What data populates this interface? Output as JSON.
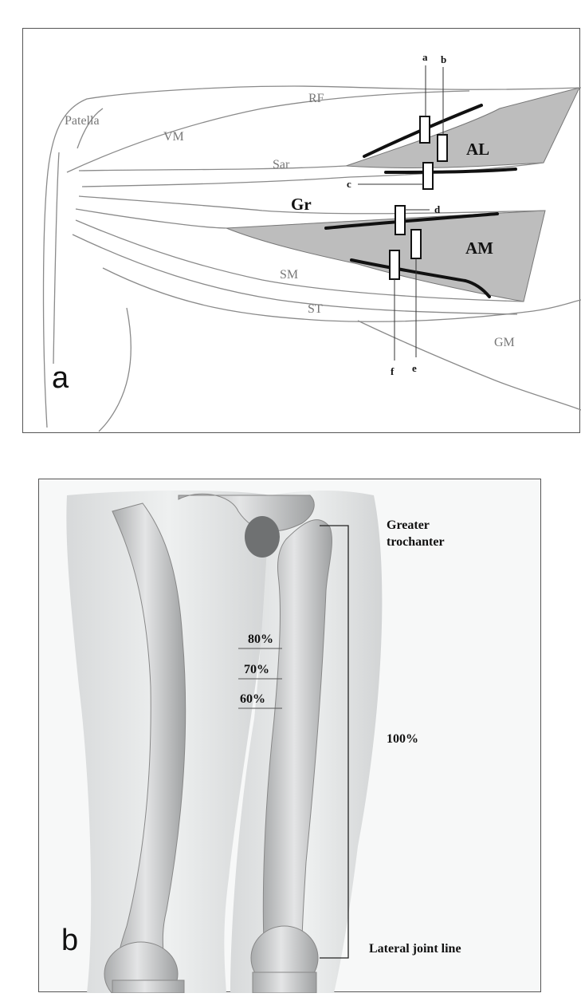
{
  "panel_a": {
    "panel_label": "a",
    "muscles": {
      "patella": "Patella",
      "rf": "RF",
      "vm": "VM",
      "sar": "Sar",
      "al": "AL",
      "gr": "Gr",
      "am": "AM",
      "sm": "SM",
      "st": "ST",
      "gm": "GM"
    },
    "markers": [
      "a",
      "b",
      "c",
      "d",
      "e",
      "f"
    ]
  },
  "panel_b": {
    "panel_label": "b",
    "greater_trochanter_line1": "Greater",
    "greater_trochanter_line2": "trochanter",
    "full_length": "100%",
    "lateral_joint_line": "Lateral joint line",
    "levels": [
      "80%",
      "70%",
      "60%"
    ]
  },
  "colors": {
    "muscle_fill": "#bdbdbd",
    "outline": "#666666",
    "electrode_line": "#111111"
  }
}
